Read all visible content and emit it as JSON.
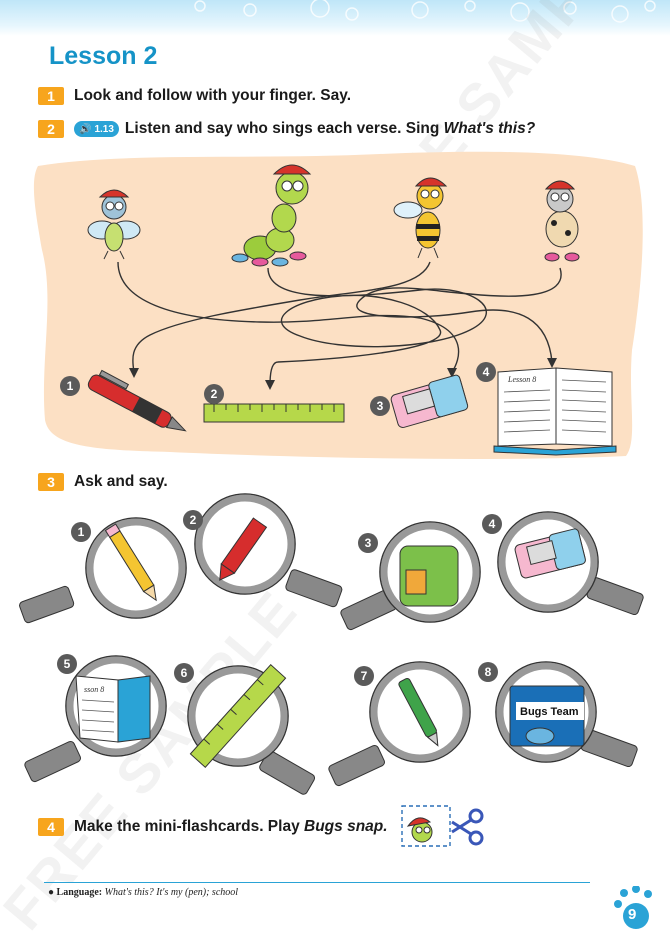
{
  "page": {
    "lesson_title": "Lesson 2",
    "page_number": "9",
    "watermark": "FREE SAMPLE"
  },
  "activities": [
    {
      "number": "1",
      "text": "Look and follow with your finger. Say."
    },
    {
      "number": "2",
      "audio": "1.13",
      "text": "Listen and say who sings each verse. Sing ",
      "text_italic": "What's this?"
    },
    {
      "number": "3",
      "text": "Ask and say."
    },
    {
      "number": "4",
      "text": "Make the mini-flashcards. Play ",
      "text_italic": "Bugs snap."
    }
  ],
  "scene": {
    "items": [
      {
        "number": "1",
        "name": "pen"
      },
      {
        "number": "2",
        "name": "ruler"
      },
      {
        "number": "3",
        "name": "eraser"
      },
      {
        "number": "4",
        "name": "book",
        "book_label": "Lesson 8"
      }
    ]
  },
  "magnifiers": [
    {
      "number": "1",
      "object": "pencil"
    },
    {
      "number": "2",
      "object": "crayon"
    },
    {
      "number": "3",
      "object": "school bag"
    },
    {
      "number": "4",
      "object": "eraser"
    },
    {
      "number": "5",
      "object": "book",
      "label": "sson 8"
    },
    {
      "number": "6",
      "object": "ruler"
    },
    {
      "number": "7",
      "object": "pen"
    },
    {
      "number": "8",
      "object": "picture book",
      "label": "Bugs Team"
    }
  ],
  "footer": {
    "label": "Language:",
    "text": "What's this? It's my (pen); school"
  },
  "colors": {
    "accent_blue": "#1593c7",
    "badge_orange": "#f7a51d",
    "scene_bg": "#fce0c4"
  }
}
